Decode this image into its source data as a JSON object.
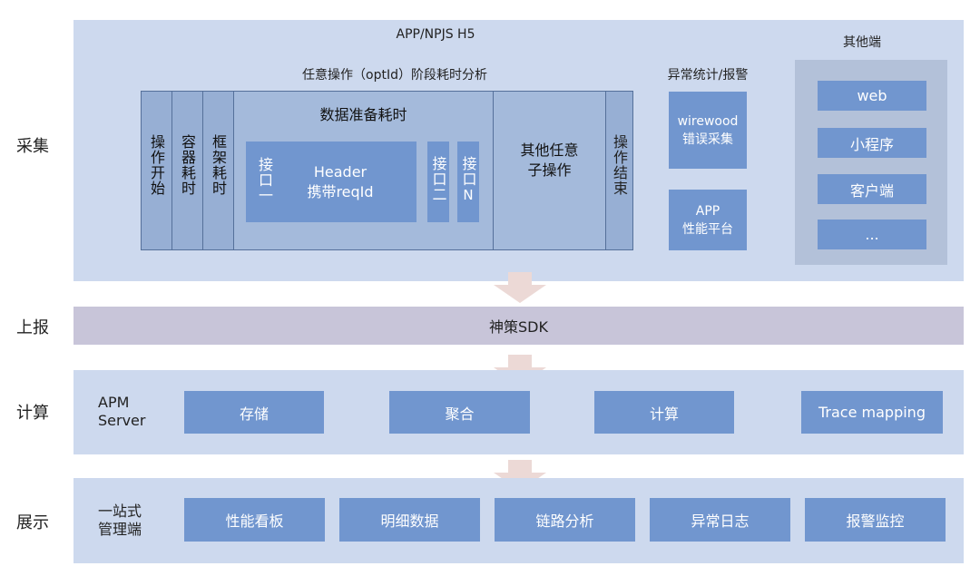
{
  "layers": {
    "collect": "采集",
    "report": "上报",
    "compute": "计算",
    "display": "展示"
  },
  "collect": {
    "app_title": "APP/NPJS H5",
    "other_title": "其他端",
    "stage_title": "任意操作（optId）阶段耗时分析",
    "anomaly_title": "异常统计/报警",
    "cells": {
      "op_start": "操作开始",
      "container": "容器耗时",
      "framework": "框架耗时",
      "data_prep": "数据准备耗时",
      "api1": "接口一",
      "header_line1": "Header",
      "header_line2": "携带reqId",
      "api2": "接口二",
      "apiN_a": "接口",
      "apiN_b": "N",
      "other_sub": "其他任意子操作",
      "op_end": "操作结束"
    },
    "wirewood_line1": "wirewood",
    "wirewood_line2": "错误采集",
    "app_perf_line1": "APP",
    "app_perf_line2": "性能平台",
    "other_items": [
      "web",
      "小程序",
      "客户端",
      "..."
    ]
  },
  "report": {
    "sdk": "神策SDK"
  },
  "compute": {
    "server_line1": "APM",
    "server_line2": "Server",
    "items": [
      "存储",
      "聚合",
      "计算",
      "Trace mapping"
    ]
  },
  "display": {
    "portal_line1": "一站式",
    "portal_line2": "管理端",
    "items": [
      "性能看板",
      "明细数据",
      "链路分析",
      "异常日志",
      "报警监控"
    ]
  },
  "colors": {
    "panel": "#cdd9ee",
    "block": "#7196cf",
    "sdk_bar": "#c8c5d9",
    "arrow": "#ecd9d6",
    "dark_cell": "#97afd4"
  }
}
